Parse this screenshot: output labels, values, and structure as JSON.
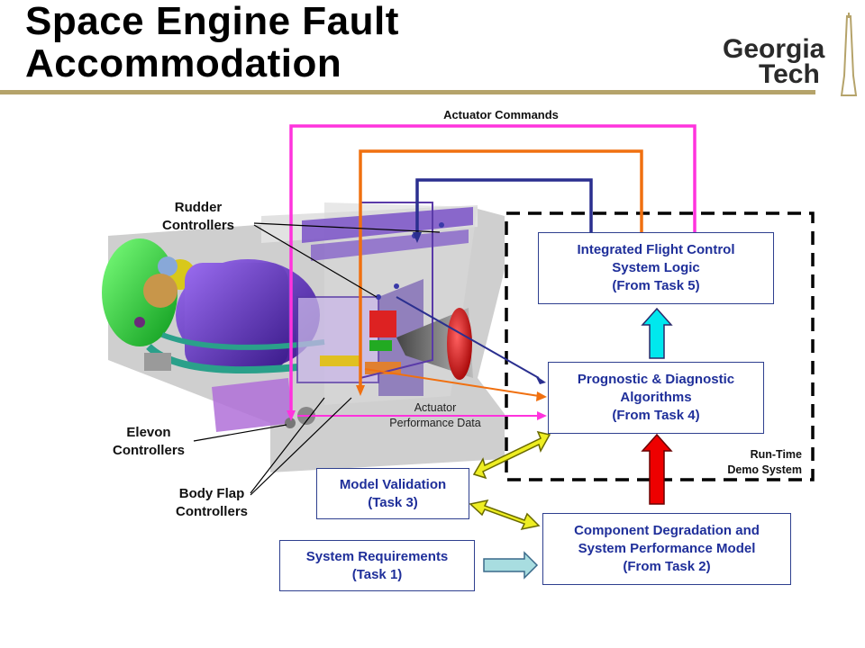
{
  "slide": {
    "title_line1": "Space Engine Fault",
    "title_line2": "Accommodation",
    "logo": {
      "word1": "Georgia",
      "word2": "Tech"
    }
  },
  "labels": {
    "actuator_commands": "Actuator Commands",
    "rudder_line1": "Rudder",
    "rudder_line2": "Controllers",
    "elevon_line1": "Elevon",
    "elevon_line2": "Controllers",
    "bodyflap_line1": "Body Flap",
    "bodyflap_line2": "Controllers",
    "actuator_perf_line1": "Actuator",
    "actuator_perf_line2": "Performance Data",
    "runtime_line1": "Run-Time",
    "runtime_line2": "Demo System"
  },
  "boxes": {
    "ifc": [
      "Integrated Flight Control",
      "System Logic",
      "(From Task 5)"
    ],
    "pda": [
      "Prognostic & Diagnostic",
      "Algorithms",
      "(From Task 4)"
    ],
    "mv": [
      "Model Validation",
      "(Task 3)"
    ],
    "cd": [
      "Component Degradation and",
      "System Performance Model",
      "(From Task 2)"
    ],
    "sr": [
      "System Requirements",
      "(Task 1)"
    ]
  },
  "colors": {
    "box_text": "#1f2f9a",
    "magenta": "#ff33dd",
    "orange": "#f07010",
    "navy": "#2a2f8f",
    "cyan_arrow": "#00e8ee",
    "red_arrow": "#ee0000",
    "yellow_arrow": "#eeee22",
    "lightblue_arrow": "#a8dde0",
    "rule": "#b5a36a"
  }
}
